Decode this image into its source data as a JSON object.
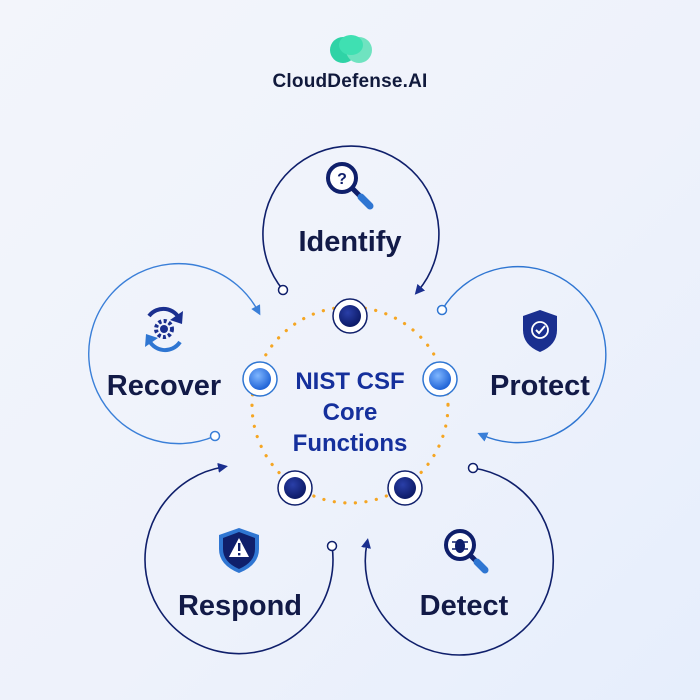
{
  "brand": {
    "name": "CloudDefense.AI"
  },
  "center": {
    "lines": [
      "NIST CSF",
      "Core",
      "Functions"
    ]
  },
  "functions": [
    {
      "label": "Identify",
      "icon": "question-search-icon"
    },
    {
      "label": "Protect",
      "icon": "shield-check-icon"
    },
    {
      "label": "Detect",
      "icon": "bug-search-icon"
    },
    {
      "label": "Respond",
      "icon": "warning-shield-icon"
    },
    {
      "label": "Recover",
      "icon": "refresh-gear-icon"
    }
  ],
  "colors": {
    "navy": "#0f1f6b",
    "blue": "#2f76d2",
    "light_blue": "#5b9bea",
    "orange_dots": "#f5a623",
    "logo_green": "#2fd3a6"
  }
}
